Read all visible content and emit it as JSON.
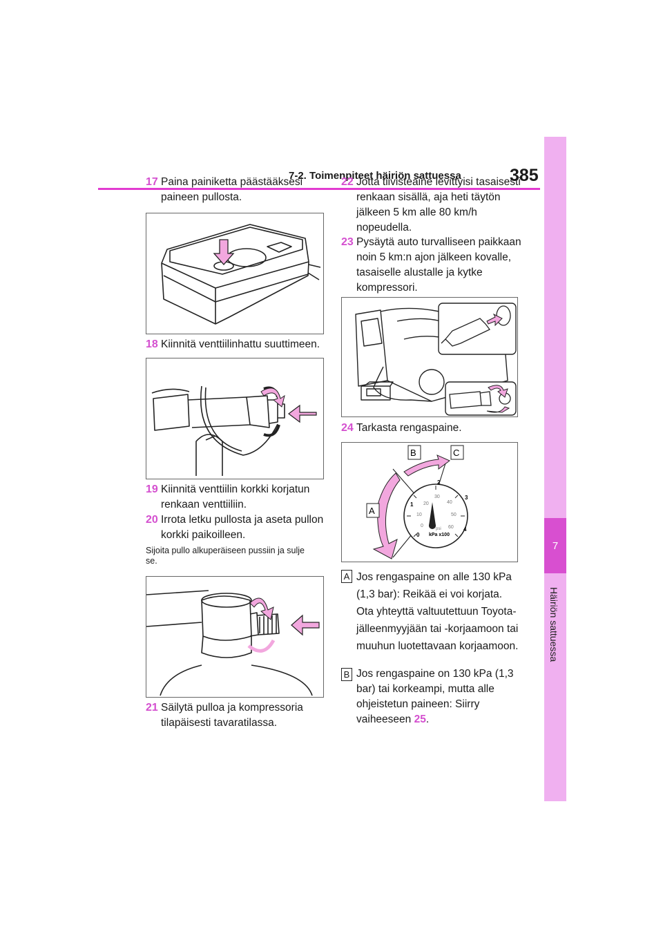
{
  "header": {
    "title": "7-2. Toimenpiteet häiriön sattuessa",
    "page_number": "385"
  },
  "sidebar": {
    "chapter_number": "7",
    "chapter_title": "Häiriön sattuessa"
  },
  "steps": {
    "s17": {
      "num": "17",
      "text": "Paina painiketta päästääksesi paineen pullosta."
    },
    "s18": {
      "num": "18",
      "text": "Kiinnitä venttiilinhattu suuttimeen."
    },
    "s19": {
      "num": "19",
      "text": "Kiinnitä venttiilin korkki korjatun renkaan venttiiliin."
    },
    "s20": {
      "num": "20",
      "text": "Irrota letku pullosta ja aseta pullon korkki paikoilleen."
    },
    "note20": "Sijoita pullo alkuperäiseen pussiin ja sulje se.",
    "s21": {
      "num": "21",
      "text": "Säilytä pulloa ja kompressoria tilapäisesti tavaratilassa."
    },
    "s22": {
      "num": "22",
      "text": "Jotta tiivisteaine levittyisi tasaisesti renkaan sisällä, aja heti täytön jälkeen 5 km alle 80 km/h nopeudella."
    },
    "s23": {
      "num": "23",
      "text": "Pysäytä auto turvalliseen paikkaan noin 5 km:n ajon jälkeen kovalle, tasaiselle alustalle ja kytke kompressori."
    },
    "s24": {
      "num": "24",
      "text": "Tarkasta rengaspaine."
    }
  },
  "gauge": {
    "labels": {
      "a": "A",
      "b": "B",
      "c": "C"
    },
    "bar_ticks": [
      "0",
      "1",
      "2",
      "3",
      "4"
    ],
    "psi_ticks": [
      "0",
      "10",
      "20",
      "30",
      "40",
      "50",
      "60"
    ],
    "psi_unit": "psi",
    "unit": "kPa x100"
  },
  "items": {
    "a": {
      "label": "A",
      "text": "Jos rengaspaine on alle 130 kPa (1,3 bar): Reikää ei voi korjata. Ota yhteyttä valtuutettuun Toyota-jälleenmyyjään tai -korjaamoon tai muuhun luotettavaan korjaamoon."
    },
    "b": {
      "label": "B",
      "text_before": "Jos rengaspaine on 130 kPa (1,3 bar) tai korkeampi, mutta alle ohjeistetun paineen: Siirry vaiheeseen ",
      "ref": "25",
      "text_after": "."
    }
  }
}
